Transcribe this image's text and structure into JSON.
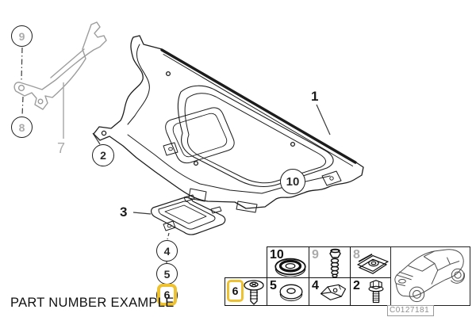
{
  "colors": {
    "highlight_yellow": "#edc12f",
    "dimmed_gray": "#ababab",
    "line_black": "#1c1c1c"
  },
  "footer": {
    "label": "PART NUMBER EXAMPLE"
  },
  "diagram": {
    "description-icon-names": [
      "underbody-panel-drawing",
      "side-bracket-drawing",
      "service-hatch-drawing"
    ],
    "callouts": {
      "c1": "1",
      "c2": "2",
      "c3": "3",
      "c4": "4",
      "c5": "5",
      "c6": "6",
      "c7": "7",
      "c8": "8",
      "c9": "9",
      "c10": "10"
    },
    "highlighted_callout": "6"
  },
  "inset": {
    "top_cells": [
      {
        "num": "10",
        "icon": "grommet-icon",
        "dimmed": false,
        "highlighted": false
      },
      {
        "num": "9",
        "icon": "self-tapping-screw-icon",
        "dimmed": true,
        "highlighted": false
      },
      {
        "num": "8",
        "icon": "clip-nut-icon",
        "dimmed": true,
        "highlighted": false
      }
    ],
    "bottom_cells": [
      {
        "num": "6",
        "icon": "washer-head-screw-icon",
        "dimmed": false,
        "highlighted": true
      },
      {
        "num": "5",
        "icon": "flat-washer-icon",
        "dimmed": false,
        "highlighted": false
      },
      {
        "num": "4",
        "icon": "spring-clip-icon",
        "dimmed": false,
        "highlighted": false
      },
      {
        "num": "2",
        "icon": "hex-bolt-icon",
        "dimmed": false,
        "highlighted": false
      }
    ],
    "car_icon": "car-coupe-thumbnail-icon",
    "image_code": "C0127181"
  }
}
